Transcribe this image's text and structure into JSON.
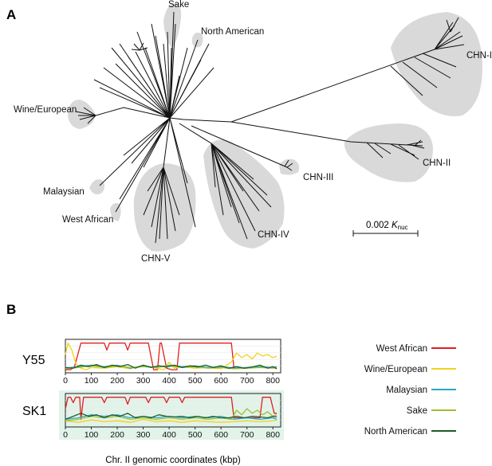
{
  "panel_a": {
    "label": "A",
    "clades": [
      "Sake",
      "North American",
      "Wine/European",
      "Malaysian",
      "West African",
      "CHN-V",
      "CHN-IV",
      "CHN-III",
      "CHN-II",
      "CHN-I"
    ],
    "scale_bar": {
      "value": "0.002",
      "unit": "K",
      "unit_subscript": "nuc"
    }
  },
  "panel_b": {
    "label": "B",
    "x_axis_label": "Chr. II genomic coordinates (kbp)",
    "legend": [
      {
        "name": "West African",
        "color": "#e02020"
      },
      {
        "name": "Wine/European",
        "color": "#f2d21c"
      },
      {
        "name": "Malaysian",
        "color": "#2ba6c9"
      },
      {
        "name": "Sake",
        "color": "#9ec02a"
      },
      {
        "name": "North American",
        "color": "#1d5c2c"
      }
    ],
    "tracks": [
      {
        "strain": "Y55",
        "highlighted": false
      },
      {
        "strain": "SK1",
        "highlighted": true,
        "highlight_color": "#e2f3ea"
      }
    ],
    "chart_data": [
      {
        "type": "line",
        "title": "Y55",
        "xlabel": "Chr. II genomic coordinates (kbp)",
        "ylabel": "",
        "xlim": [
          0,
          830
        ],
        "x_ticks": [
          0,
          100,
          200,
          300,
          400,
          500,
          600,
          700,
          800
        ],
        "series": [
          {
            "name": "West African",
            "color": "#e02020",
            "x": [
              0,
              20,
              35,
              60,
              150,
              160,
              170,
              230,
              240,
              250,
              320,
              340,
              355,
              365,
              370,
              390,
              410,
              430,
              440,
              450,
              640,
              650,
              660
            ],
            "y": [
              0.05,
              0.05,
              0.15,
              0.93,
              0.93,
              0.7,
              0.93,
              0.93,
              0.7,
              0.93,
              0.93,
              0.05,
              0.05,
              0.93,
              0.93,
              0.1,
              0.05,
              0.05,
              0.93,
              0.93,
              0.93,
              0.1,
              0.1
            ]
          },
          {
            "name": "Wine/European",
            "color": "#f2d21c",
            "x": [
              0,
              10,
              25,
              40,
              60,
              80,
              100,
              150,
              200,
              250,
              300,
              350,
              380,
              400,
              420,
              450,
              500,
              550,
              600,
              640,
              660,
              680,
              700,
              720,
              740,
              760,
              780,
              800,
              815
            ],
            "y": [
              0.55,
              0.93,
              0.7,
              0.25,
              0.1,
              0.05,
              0.12,
              0.1,
              0.15,
              0.08,
              0.2,
              0.1,
              0.05,
              0.3,
              0.1,
              0.15,
              0.1,
              0.12,
              0.08,
              0.3,
              0.6,
              0.45,
              0.55,
              0.4,
              0.6,
              0.5,
              0.55,
              0.45,
              0.5
            ]
          },
          {
            "name": "Malaysian",
            "color": "#2ba6c9",
            "x": [
              0,
              50,
              100,
              150,
              200,
              250,
              300,
              350,
              400,
              450,
              500,
              550,
              600,
              650,
              700,
              750,
              800,
              815
            ],
            "y": [
              0.1,
              0.15,
              0.2,
              0.15,
              0.2,
              0.1,
              0.18,
              0.12,
              0.2,
              0.15,
              0.18,
              0.12,
              0.15,
              0.1,
              0.12,
              0.15,
              0.12,
              0.15
            ]
          },
          {
            "name": "Sake",
            "color": "#9ec02a",
            "x": [
              0,
              50,
              100,
              150,
              200,
              250,
              300,
              350,
              400,
              450,
              500,
              550,
              600,
              650,
              700,
              750,
              800,
              815
            ],
            "y": [
              0.08,
              0.12,
              0.18,
              0.12,
              0.18,
              0.12,
              0.15,
              0.12,
              0.18,
              0.12,
              0.15,
              0.1,
              0.12,
              0.08,
              0.1,
              0.12,
              0.1,
              0.12
            ]
          },
          {
            "name": "North American",
            "color": "#1d5c2c",
            "x": [
              0,
              30,
              60,
              90,
              120,
              150,
              180,
              210,
              240,
              270,
              300,
              330,
              360,
              390,
              420,
              450,
              480,
              510,
              540,
              570,
              600,
              630,
              660,
              690,
              720,
              750,
              780,
              800,
              815
            ],
            "y": [
              0.12,
              0.1,
              0.2,
              0.15,
              0.22,
              0.12,
              0.2,
              0.15,
              0.22,
              0.1,
              0.2,
              0.12,
              0.18,
              0.14,
              0.2,
              0.12,
              0.18,
              0.14,
              0.2,
              0.12,
              0.18,
              0.1,
              0.15,
              0.1,
              0.14,
              0.2,
              0.1,
              0.15,
              0.08
            ]
          }
        ]
      },
      {
        "type": "line",
        "title": "SK1",
        "xlabel": "Chr. II genomic coordinates (kbp)",
        "ylabel": "",
        "xlim": [
          0,
          830
        ],
        "x_ticks": [
          0,
          100,
          200,
          300,
          400,
          500,
          600,
          700,
          800
        ],
        "series": [
          {
            "name": "West African",
            "color": "#e02020",
            "x": [
              0,
              10,
              20,
              30,
              40,
              55,
              60,
              70,
              90,
              140,
              150,
              160,
              230,
              240,
              250,
              310,
              320,
              330,
              380,
              390,
              400,
              440,
              450,
              460,
              470,
              640,
              650,
              660,
              750,
              760,
              780,
              790,
              805,
              815
            ],
            "y": [
              0.55,
              0.93,
              0.93,
              0.75,
              0.93,
              0.93,
              0.2,
              0.93,
              0.93,
              0.93,
              0.75,
              0.93,
              0.93,
              0.7,
              0.93,
              0.93,
              0.75,
              0.93,
              0.93,
              0.75,
              0.93,
              0.93,
              0.75,
              0.93,
              0.93,
              0.93,
              0.25,
              0.25,
              0.25,
              0.93,
              0.93,
              0.93,
              0.4,
              0.4
            ]
          },
          {
            "name": "Wine/European",
            "color": "#f2d21c",
            "x": [
              0,
              50,
              100,
              150,
              200,
              250,
              300,
              350,
              400,
              450,
              500,
              550,
              600,
              650,
              700,
              750,
              800,
              815
            ],
            "y": [
              0.15,
              0.1,
              0.18,
              0.12,
              0.15,
              0.1,
              0.2,
              0.12,
              0.15,
              0.1,
              0.15,
              0.12,
              0.1,
              0.12,
              0.15,
              0.12,
              0.15,
              0.18
            ]
          },
          {
            "name": "Malaysian",
            "color": "#2ba6c9",
            "x": [
              0,
              50,
              100,
              150,
              200,
              250,
              300,
              350,
              400,
              450,
              500,
              550,
              600,
              650,
              700,
              750,
              800,
              815
            ],
            "y": [
              0.2,
              0.25,
              0.35,
              0.3,
              0.35,
              0.25,
              0.3,
              0.25,
              0.3,
              0.25,
              0.3,
              0.25,
              0.3,
              0.2,
              0.25,
              0.2,
              0.25,
              0.2
            ]
          },
          {
            "name": "Sake",
            "color": "#9ec02a",
            "x": [
              0,
              50,
              100,
              150,
              200,
              250,
              300,
              350,
              400,
              450,
              500,
              550,
              600,
              640,
              660,
              680,
              700,
              720,
              740,
              760,
              780,
              800,
              815
            ],
            "y": [
              0.15,
              0.2,
              0.3,
              0.25,
              0.3,
              0.2,
              0.25,
              0.2,
              0.25,
              0.2,
              0.25,
              0.2,
              0.25,
              0.2,
              0.5,
              0.35,
              0.55,
              0.4,
              0.5,
              0.35,
              0.45,
              0.3,
              0.35
            ]
          },
          {
            "name": "North American",
            "color": "#1d5c2c",
            "x": [
              0,
              30,
              60,
              90,
              120,
              150,
              180,
              210,
              240,
              270,
              300,
              330,
              360,
              390,
              420,
              450,
              480,
              510,
              540,
              570,
              600,
              630,
              660,
              690,
              720,
              750,
              780,
              800,
              815
            ],
            "y": [
              0.2,
              0.3,
              0.4,
              0.3,
              0.35,
              0.25,
              0.35,
              0.3,
              0.4,
              0.25,
              0.3,
              0.25,
              0.35,
              0.3,
              0.28,
              0.3,
              0.25,
              0.3,
              0.25,
              0.3,
              0.25,
              0.25,
              0.3,
              0.25,
              0.3,
              0.28,
              0.25,
              0.3,
              0.28
            ]
          }
        ]
      }
    ]
  }
}
